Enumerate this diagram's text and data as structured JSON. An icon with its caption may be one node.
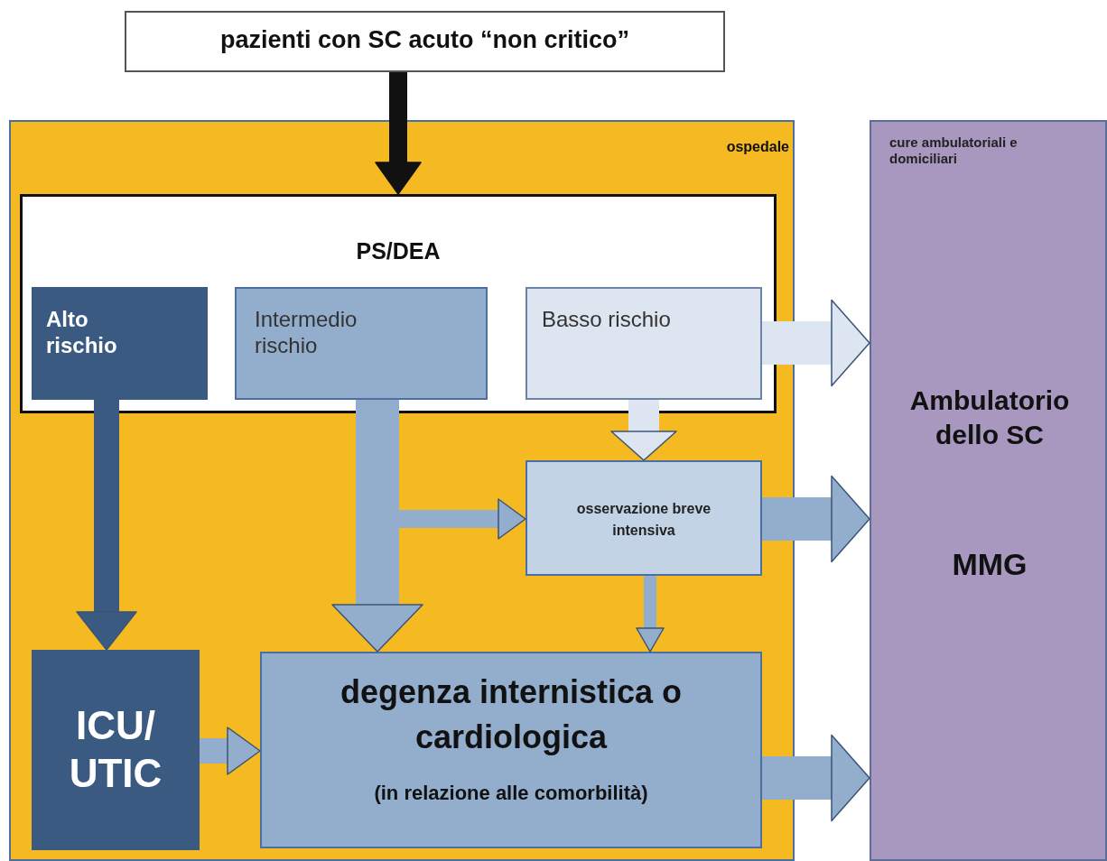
{
  "diagram": {
    "nodes": [
      {
        "text": [
          "pazienti con SC acuto “non critico”"
        ]
      },
      {
        "text": [
          "ospedale"
        ]
      },
      {
        "text": [
          "PS/DEA"
        ],
        "in": 1
      },
      {
        "text": [
          "Alto rischio"
        ],
        "in": 2
      },
      {
        "text": [
          "Intermedio rischio"
        ],
        "in": 2
      },
      {
        "text": [
          "Basso rischio"
        ],
        "in": 2
      },
      {
        "text": [
          "osservazione breve intensiva"
        ],
        "in": 1
      },
      {
        "text": [
          "ICU/ UTIC"
        ],
        "in": 1
      },
      {
        "text": [
          "degenza internistica o cardiologica",
          "(in relazione alle comorbilità)"
        ],
        "in": 1
      },
      {
        "text": [
          "cure ambulatoriali e domiciliari",
          "Ambulatorio dello SC",
          "MMG"
        ]
      }
    ],
    "edges": [
      {
        "from": 0,
        "to": 2,
        "arrow": "to",
        "color": "#111111"
      },
      {
        "from": 5,
        "to": 9,
        "arrow": "to",
        "color": "#dde6f0"
      },
      {
        "from": 3,
        "to": 7,
        "arrow": "to",
        "color": "#3b5a82"
      },
      {
        "from": 4,
        "to": 8,
        "arrow": "to"
      },
      {
        "from": 4,
        "to": 6,
        "arrow": "to"
      },
      {
        "from": 5,
        "to": 6,
        "arrow": "to",
        "color": "#dde6f0"
      },
      {
        "from": 6,
        "to": 9,
        "arrow": "to"
      },
      {
        "from": 6,
        "to": 8,
        "arrow": "to"
      },
      {
        "from": 7,
        "to": 8,
        "arrow": "to"
      },
      {
        "from": 8,
        "to": 9,
        "arrow": "to"
      }
    ]
  }
}
